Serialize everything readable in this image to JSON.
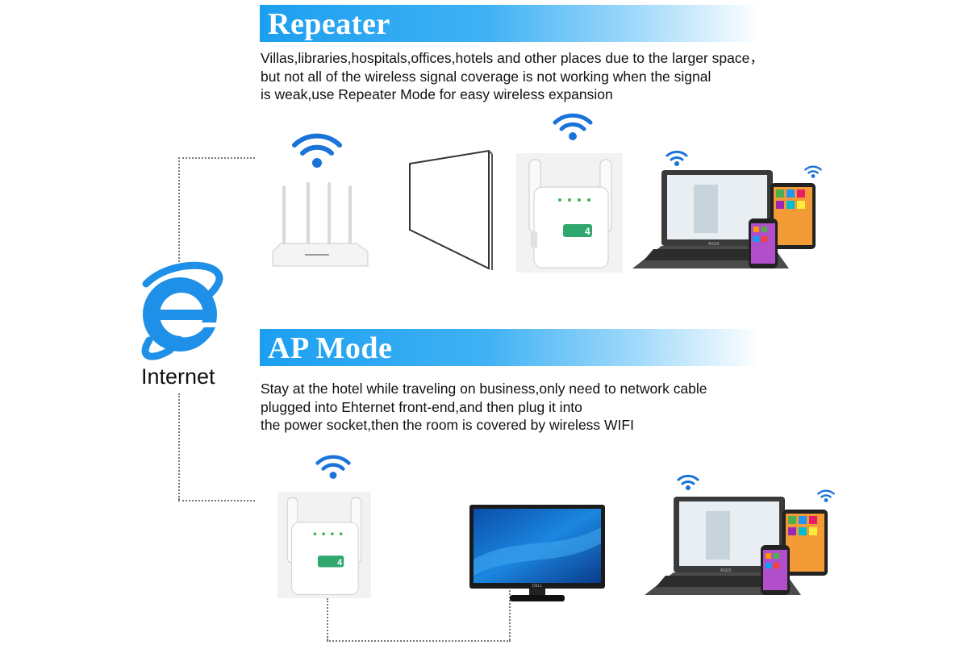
{
  "repeater": {
    "title": "Repeater",
    "lines": [
      "Villas,libraries,hospitals,offices,hotels and other places due to the larger space，",
      "but not all of the wireless signal coverage is not working when the signal",
      "is weak,use Repeater Mode for easy wireless expansion"
    ]
  },
  "ap_mode": {
    "title": "AP Mode",
    "lines": [
      "Stay at the hotel while traveling on business,only need to network cable",
      "plugged into Ehternet front-end,and then plug it into",
      "the power socket,then the room is covered by wireless WIFI"
    ]
  },
  "internet": {
    "label": "Internet",
    "icon": "internet-explorer-icon"
  },
  "device_text": {
    "wifi_badge": "4",
    "laptop_brand": "ASUS",
    "monitor_brand": "DELL"
  },
  "colors": {
    "banner": "#1c9ff0",
    "wifi": "#1a73d9",
    "ie_blue": "#1e90e8"
  }
}
